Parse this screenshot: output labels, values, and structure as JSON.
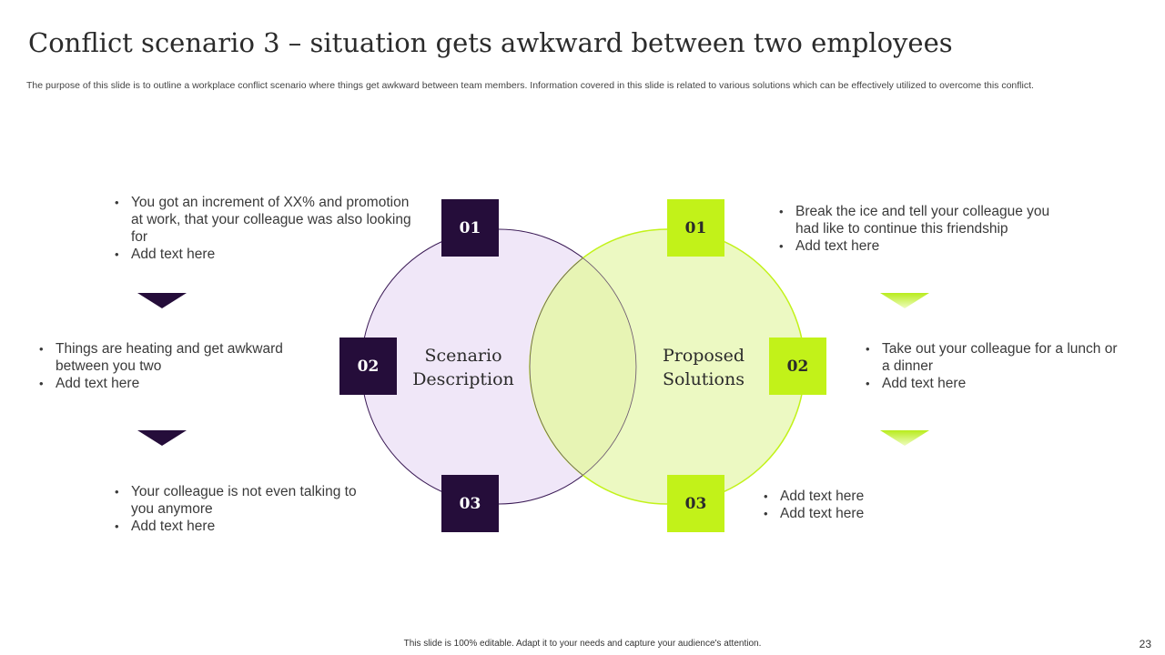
{
  "slide": {
    "title": "Conflict scenario 3 – situation gets awkward between two employees",
    "subtitle": "The purpose of this slide is to outline a workplace conflict scenario where things get awkward between team members. Information covered in this slide is related to various solutions which can be effectively utilized to overcome this conflict.",
    "footer": "This slide is 100% editable. Adapt it to your needs and capture your audience's attention.",
    "page_number": "23"
  },
  "left_circle": {
    "label_line1": "Scenario",
    "label_line2": "Description",
    "color": "#f0e7f8"
  },
  "right_circle": {
    "label_line1": "Proposed",
    "label_line2": "Solutions",
    "color": "#e9f8b7"
  },
  "left_numbers": [
    "01",
    "02",
    "03"
  ],
  "right_numbers": [
    "01",
    "02",
    "03"
  ],
  "colors": {
    "dark": "#250d3a",
    "lime": "#c2f219"
  },
  "left_points": [
    [
      "You got an increment of XX% and promotion at work, that your colleague was also looking for",
      "Add text here"
    ],
    [
      "Things are heating and get awkward between  you two",
      "Add text here"
    ],
    [
      "Your colleague is not even talking to you anymore",
      "Add text here"
    ]
  ],
  "right_points": [
    [
      "Break the ice and tell your colleague you had like to continue this friendship",
      "Add text here"
    ],
    [
      "Take out your colleague for a lunch or a dinner",
      "Add text here"
    ],
    [
      "Add text here",
      "Add text here"
    ]
  ]
}
